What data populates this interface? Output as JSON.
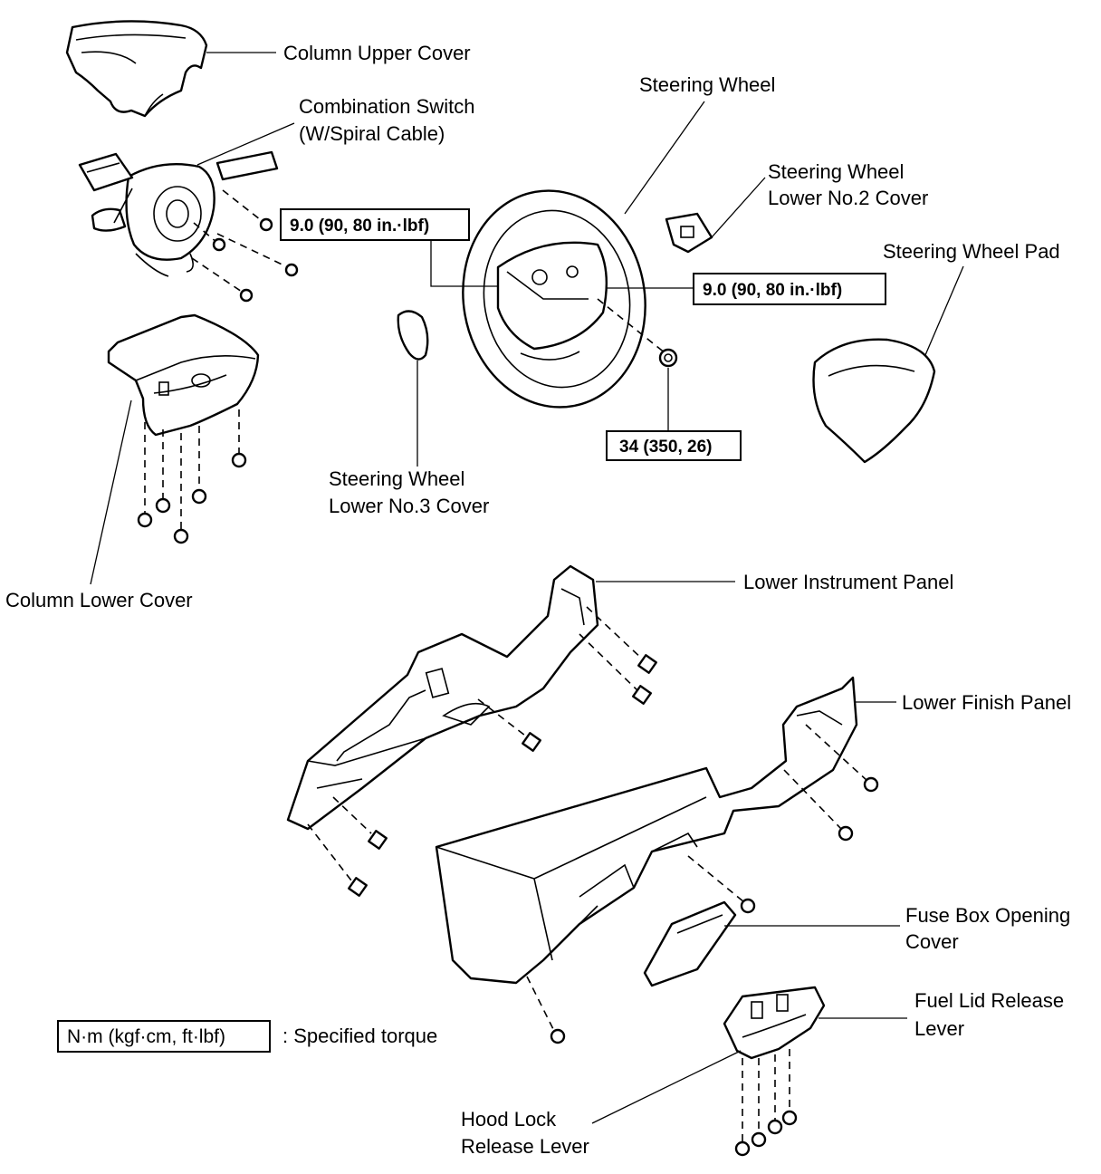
{
  "labels": {
    "column_upper_cover": "Column Upper Cover",
    "combination_switch_1": "Combination Switch",
    "combination_switch_2": "(W/Spiral Cable)",
    "steering_wheel": "Steering Wheel",
    "lower_no2_cover_1": "Steering Wheel",
    "lower_no2_cover_2": "Lower No.2 Cover",
    "steering_wheel_pad": "Steering Wheel Pad",
    "lower_no3_cover_1": "Steering Wheel",
    "lower_no3_cover_2": "Lower No.3 Cover",
    "column_lower_cover": "Column Lower Cover",
    "lower_instrument_panel": "Lower Instrument Panel",
    "lower_finish_panel": "Lower Finish Panel",
    "fuse_box_cover_1": "Fuse Box Opening",
    "fuse_box_cover_2": "Cover",
    "fuel_lid_lever_1": "Fuel Lid Release",
    "fuel_lid_lever_2": "Lever",
    "hood_lock_lever_1": "Hood Lock",
    "hood_lock_lever_2": "Release Lever"
  },
  "torque": {
    "left_bolt": "9.0 (90,  80  in.·lbf)",
    "right_bolt": "9.0 (90,  80  in.·lbf)",
    "nut": "34 (350,  26)"
  },
  "legend": {
    "unit": "N·m (kgf·cm, ft·lbf)",
    "description": ":  Specified torque"
  }
}
